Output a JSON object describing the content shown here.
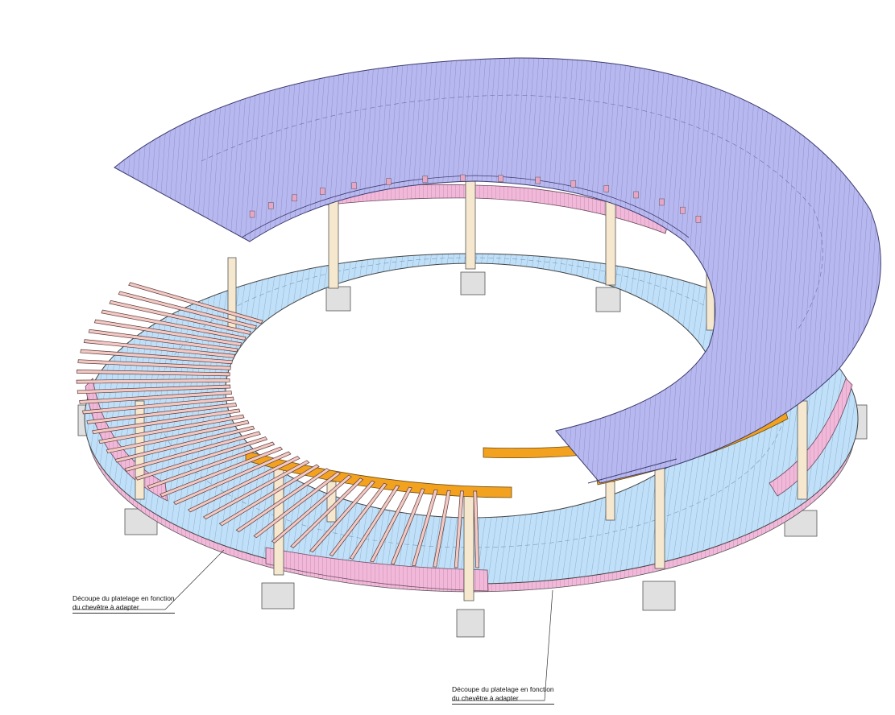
{
  "annotations": [
    {
      "line1": "Découpe du platelage en fonction",
      "line2": "du chevêtre à adapter"
    },
    {
      "line1": "Découpe du platelage en fonction",
      "line2": "du chevêtre à adapter"
    }
  ],
  "colors": {
    "upper_deck": "#b8b8f0",
    "lower_deck": "#bfe0f8",
    "joists": "#f3c9c4",
    "beams": "#f2a21e",
    "edge_beams": "#f1b8d9",
    "posts": "#f5e8cf",
    "footings": "#dedede",
    "lines": "#3a3a3a"
  }
}
